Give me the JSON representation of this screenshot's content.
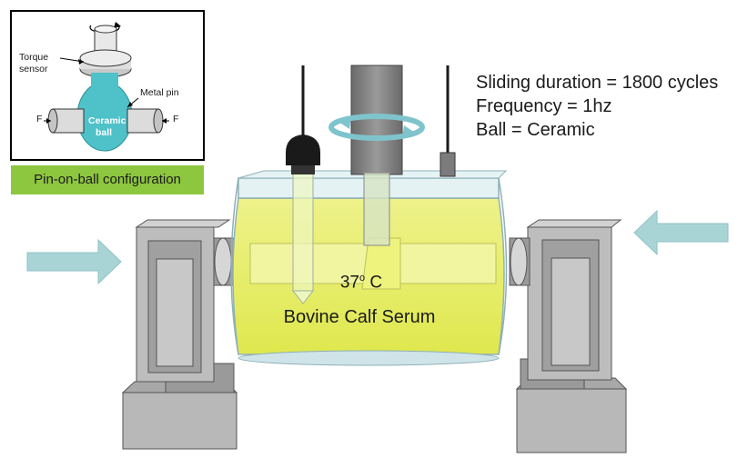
{
  "inset": {
    "torque_sensor_label_line1": "Torque",
    "torque_sensor_label_line2": "sensor",
    "metal_pin_label": "Metal pin",
    "ball_label_line1": "Ceramic",
    "ball_label_line2": "ball",
    "force_left": "F",
    "force_right": "F",
    "caption": "Pin-on-ball configuration",
    "caption_color": "#8dc63f"
  },
  "parameters": [
    "Sliding duration = 1800 cycles",
    "Frequency = 1hz",
    "Ball = Ceramic"
  ],
  "tank": {
    "temperature_value": "37",
    "temperature_superscript": "o",
    "temperature_unit": " C",
    "medium": "Bovine Calf Serum",
    "fluid_color": "#e8ee6a"
  },
  "colors": {
    "arrow": "#a9d4d6",
    "fixture_gray": "#b8b8b8",
    "shaft_gray": "#7c7c7c"
  }
}
